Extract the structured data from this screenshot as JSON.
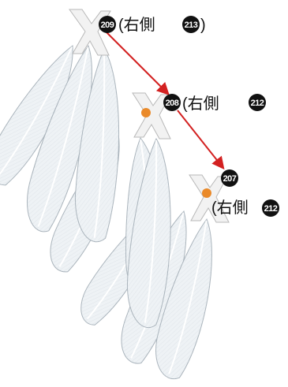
{
  "diagram": {
    "arrow_color": "#d32121",
    "marker_color": "#ea8a2a",
    "feather_fill": "#eef2f5",
    "feather_stroke": "#a9b3bb",
    "labels": [
      {
        "num": "209",
        "text": "(右側",
        "side_num": "213",
        "close": ")"
      },
      {
        "num": "208",
        "text": "(右側",
        "side_num": "212",
        "close": ""
      },
      {
        "num": "207",
        "text": "(右側",
        "side_num": "212",
        "close": ""
      }
    ]
  }
}
